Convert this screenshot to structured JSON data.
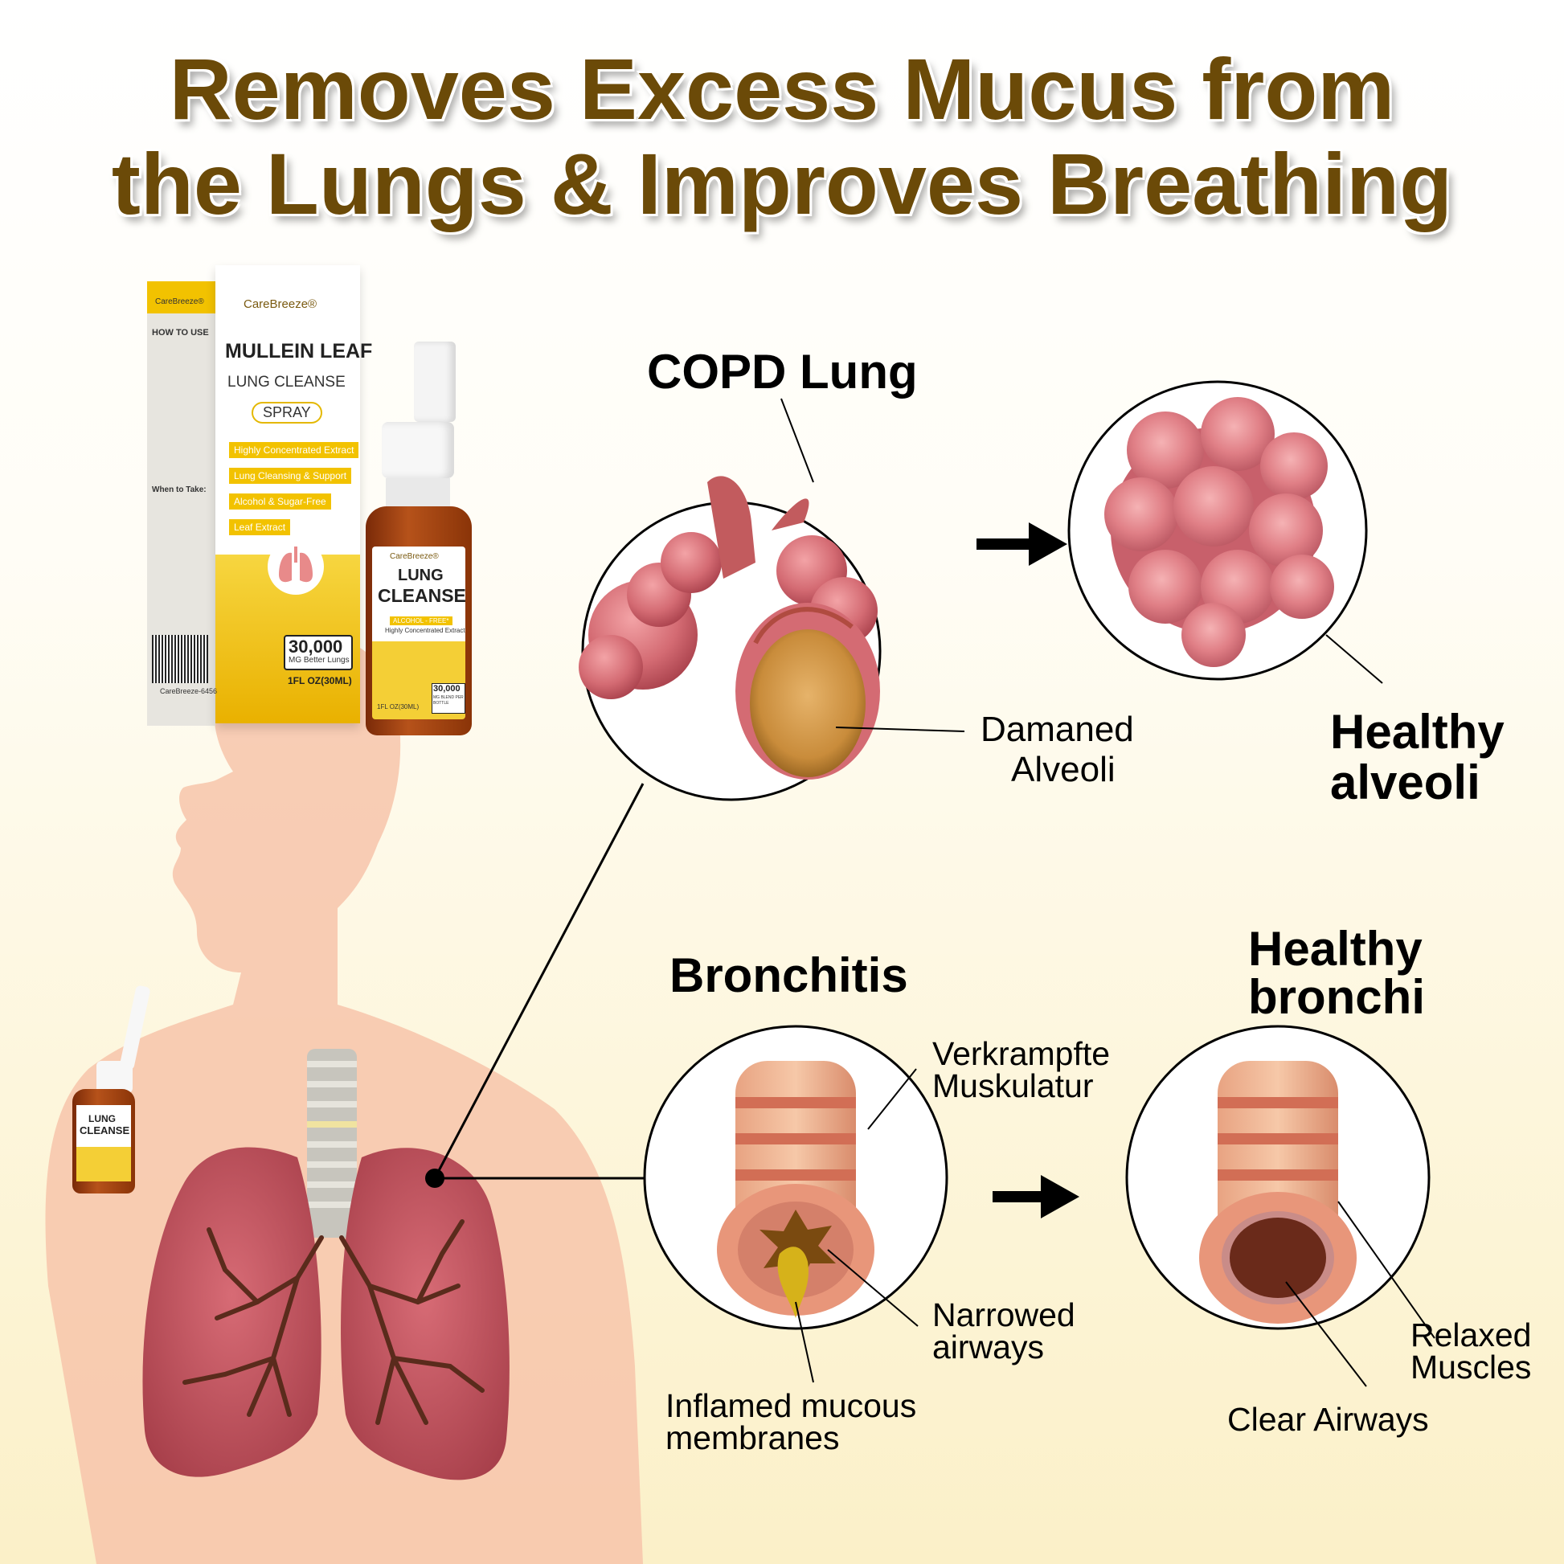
{
  "headline": {
    "line1": "Removes Excess Mucus from",
    "line2": "the Lungs & Improves Breathing"
  },
  "product_box": {
    "brand": "CareBreeze®",
    "side_brand": "CareBreeze®",
    "side_heading": "HOW TO USE",
    "side_when": "When to Take:",
    "title": "MULLEIN LEAF",
    "subtitle": "LUNG CLEANSE",
    "type": "SPRAY",
    "features": [
      "Highly Concentrated Extract",
      "Lung Cleansing & Support",
      "Alcohol & Sugar-Free",
      "Leaf Extract"
    ],
    "dose": "30,000",
    "dose_note": "MG Better Lungs",
    "volume": "1FL OZ(30ML)",
    "code": "CareBreeze-6456"
  },
  "bottle": {
    "brand": "CareBreeze®",
    "title_line1": "LUNG",
    "title_line2": "CLEANSE",
    "tag": "ALCOHOL - FREE*",
    "note": "Highly Concentrated Extract",
    "dose": "30,000",
    "dose_note": "MG BLEND PER BOTTLE",
    "volume": "1FL OZ(30ML)"
  },
  "small_bottle": {
    "line1": "LUNG",
    "line2": "CLEANSE"
  },
  "copd": {
    "title": "COPD Lung",
    "damaged_label_line1": "Damaned",
    "damaged_label_line2": "Alveoli",
    "healthy_label_line1": "Healthy",
    "healthy_label_line2": "alveoli"
  },
  "bronchitis": {
    "title": "Bronchitis",
    "healthy_title_line1": "Healthy",
    "healthy_title_line2": "bronchi",
    "muscle_label_line1": "Verkrampfte",
    "muscle_label_line2": "Muskulatur",
    "narrowed_label_line1": "Narrowed",
    "narrowed_label_line2": "airways",
    "inflamed_label_line1": "Inflamed mucous",
    "inflamed_label_line2": "membranes",
    "relaxed_label_line1": "Relaxed",
    "relaxed_label_line2": "Muscles",
    "clear_label": "Clear Airways"
  },
  "colors": {
    "headline": "#6b4a08",
    "box_yellow": "#f2c200",
    "body_peach": "#f7c9b0",
    "lung_red": "#c2525e",
    "alveoli_pink": "#d9727a"
  }
}
